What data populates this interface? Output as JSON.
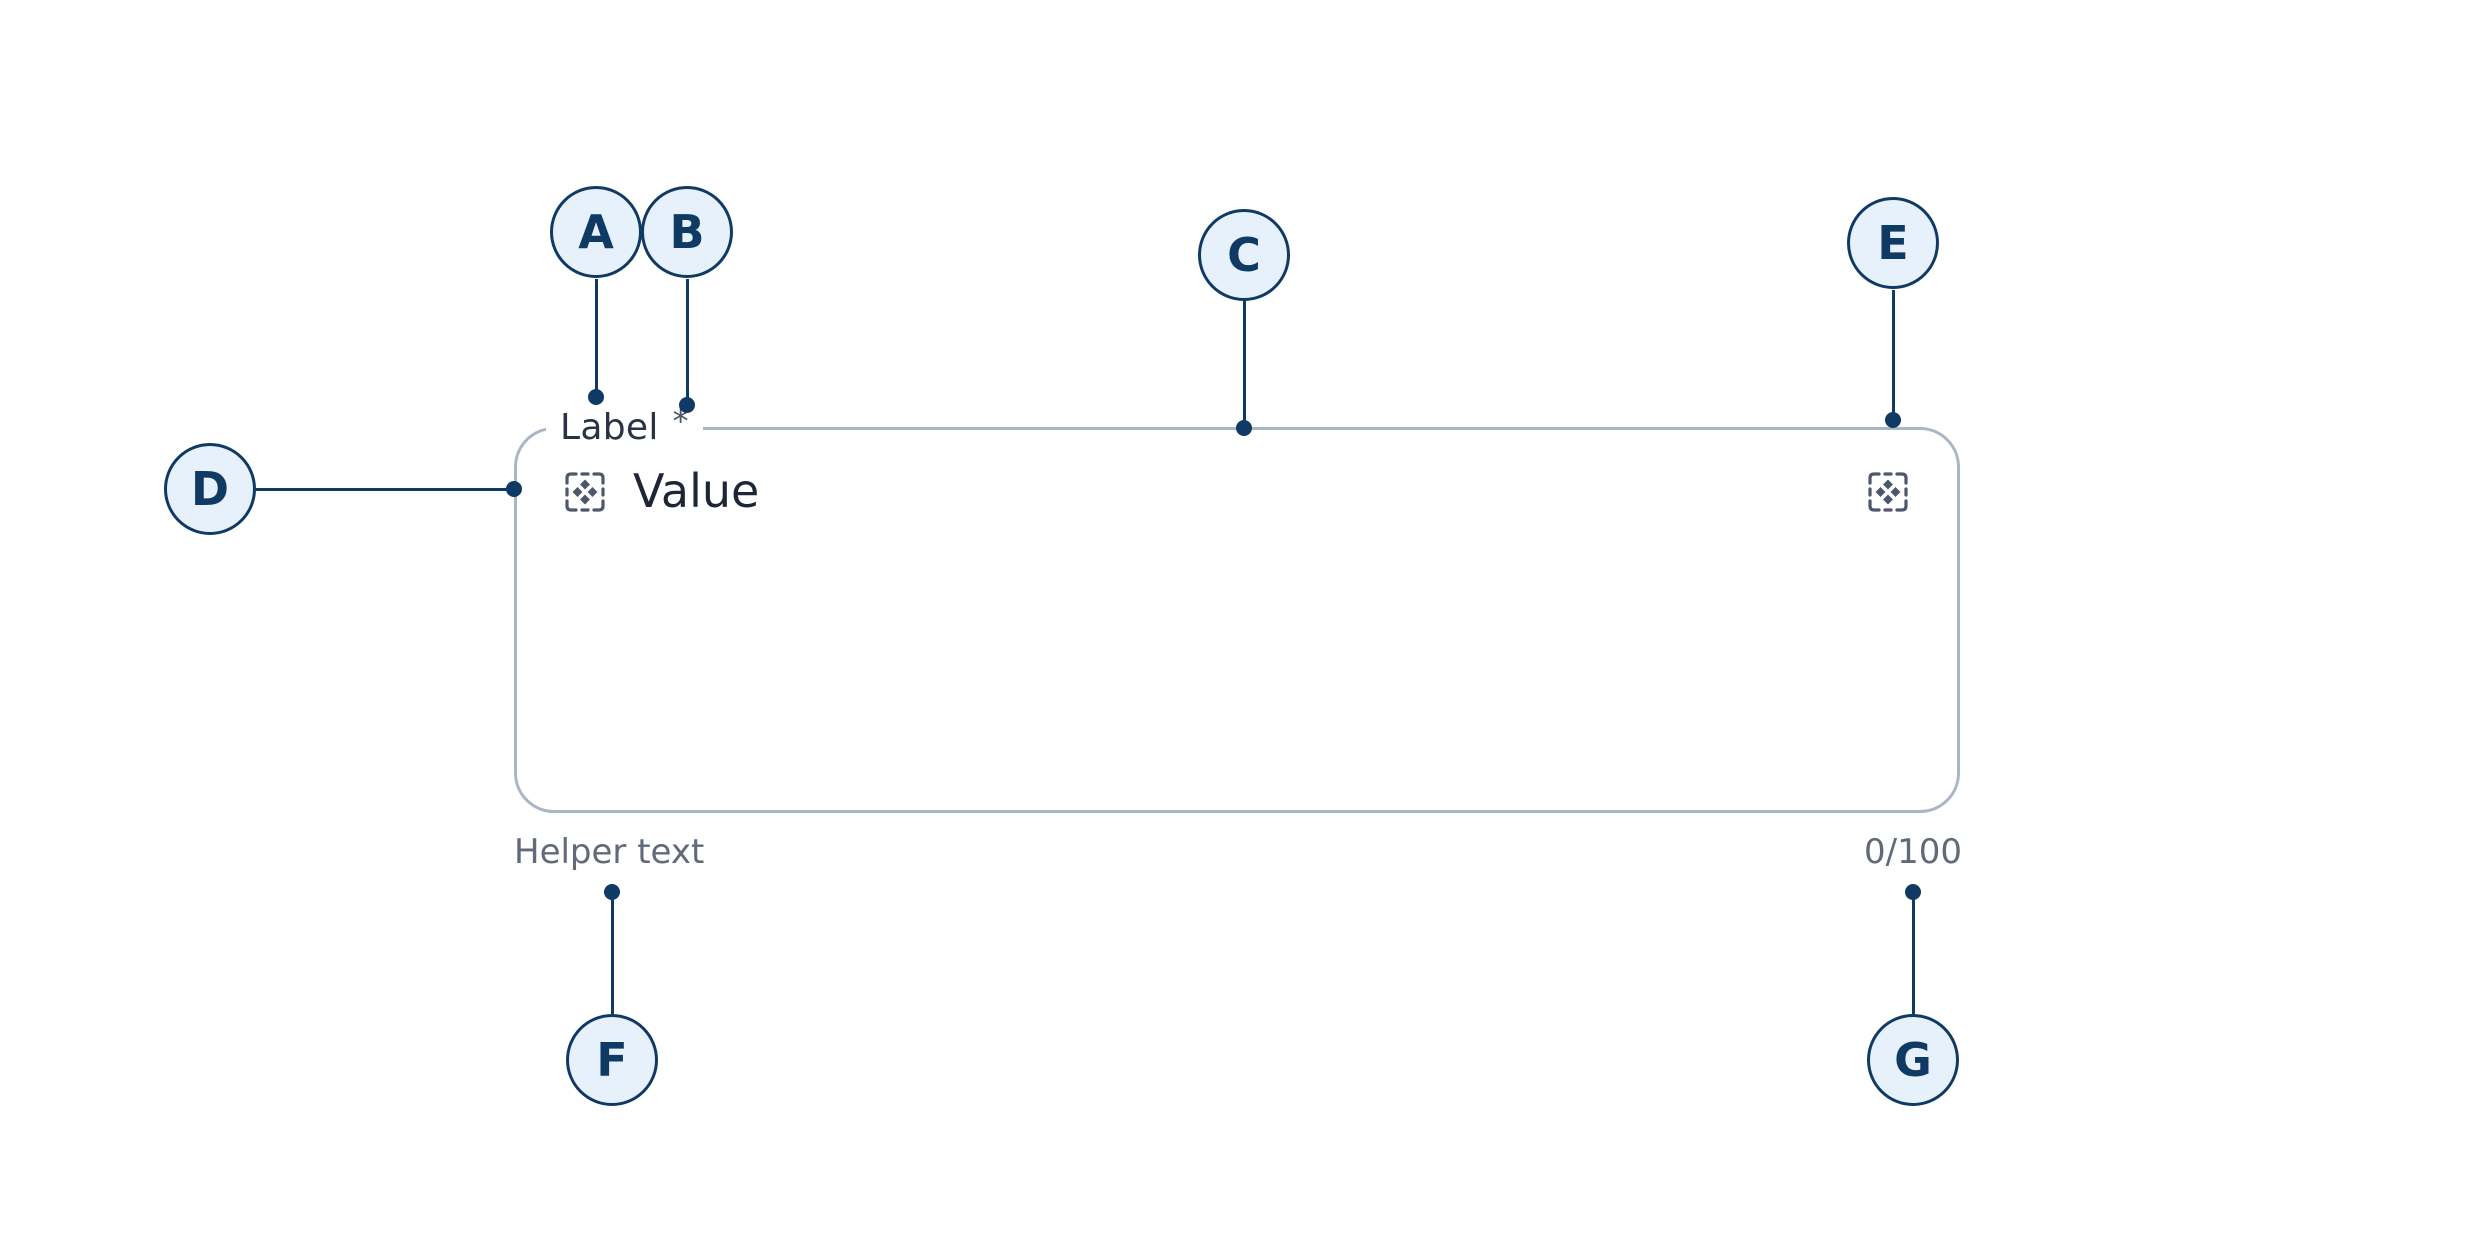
{
  "field": {
    "label": "Label",
    "required_mark": "*",
    "value": "Value",
    "helper_text": "Helper text",
    "counter": "0/100",
    "leading_icon": "placeholder-icon",
    "trailing_icon": "placeholder-icon"
  },
  "callouts": [
    "A",
    "B",
    "C",
    "D",
    "E",
    "F",
    "G"
  ],
  "colors": {
    "callout_stroke": "#0f3a64",
    "callout_fill": "#e6f1fc",
    "outline": "#a9b6c6",
    "label_text": "#2a3344",
    "helper_text": "#606a78",
    "icon": "#4d5869"
  }
}
